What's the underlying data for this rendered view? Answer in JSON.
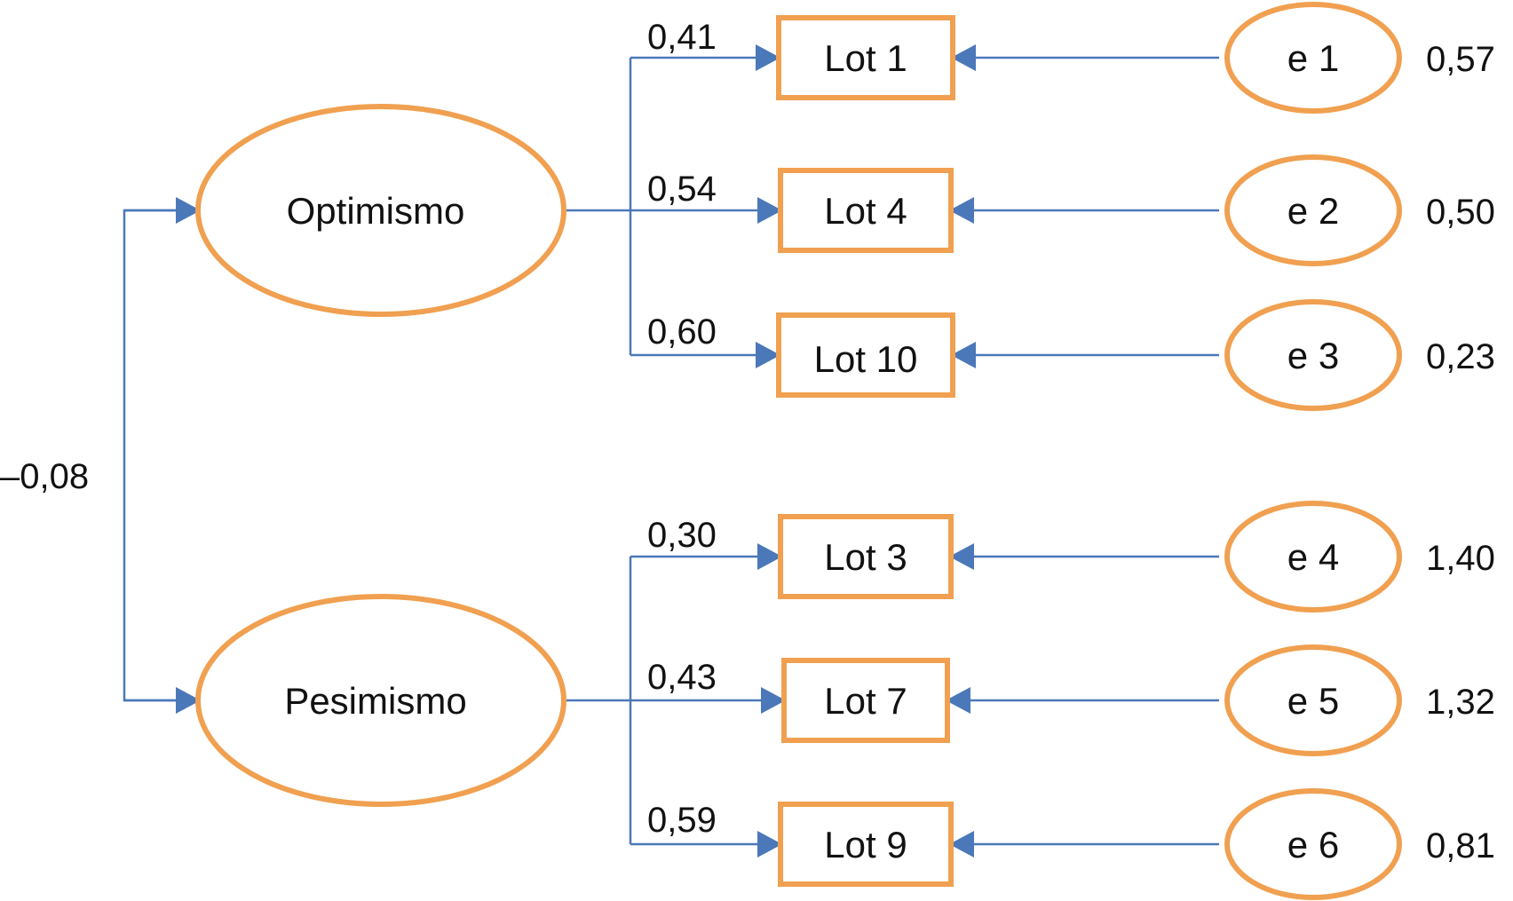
{
  "colors": {
    "node_stroke": "#F0A050",
    "arrow": "#4B78B9",
    "text": "#111111",
    "background": "#FFFFFF"
  },
  "correlation": {
    "label": "–0,08",
    "value": -0.08
  },
  "factors": [
    {
      "label": "Optimismo",
      "indicators": [
        {
          "label": "Lot 1",
          "loading": "0,41",
          "error": "e 1",
          "error_variance": "0,57"
        },
        {
          "label": "Lot 4",
          "loading": "0,54",
          "error": "e 2",
          "error_variance": "0,50"
        },
        {
          "label": "Lot 10",
          "loading": "0,60",
          "error": "e 3",
          "error_variance": "0,23"
        }
      ]
    },
    {
      "label": "Pesimismo",
      "indicators": [
        {
          "label": "Lot 3",
          "loading": "0,30",
          "error": "e 4",
          "error_variance": "1,40"
        },
        {
          "label": "Lot 7",
          "loading": "0,43",
          "error": "e 5",
          "error_variance": "1,32"
        },
        {
          "label": "Lot 9",
          "loading": "0,59",
          "error": "e 6",
          "error_variance": "0,81"
        }
      ]
    }
  ]
}
